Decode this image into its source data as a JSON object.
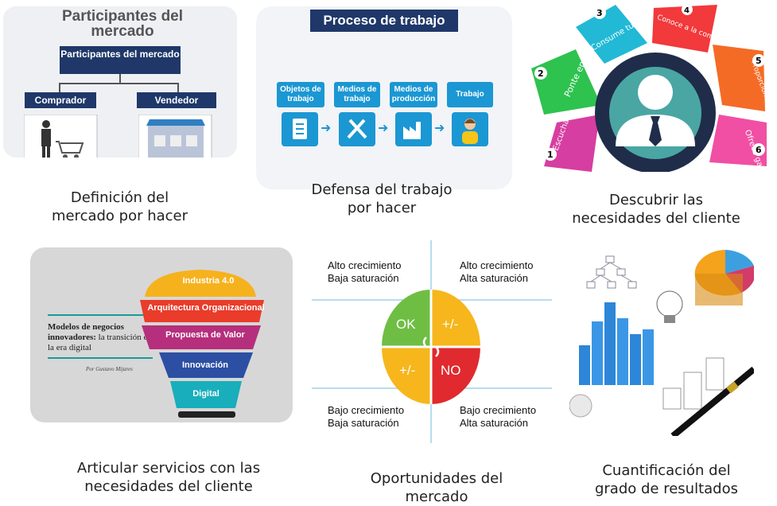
{
  "captions": {
    "c1": "Definición del mercado por hacer",
    "c2": "Defensa del trabajo por hacer",
    "c3": "Descubrir las necesidades del cliente",
    "c4": "Articular servicios con las necesidades del cliente",
    "c5": "Oportunidades del mercado",
    "c6": "Cuantificación del grado de resultados"
  },
  "panel1": {
    "title": "Participantes del mercado",
    "center_box": "Participantes del mercado",
    "left_box": "Comprador",
    "right_box": "Vendedor"
  },
  "panel2": {
    "title": "Proceso de trabajo",
    "steps": [
      "Objetos de trabajo",
      "Medios de trabajo",
      "Medios de producción",
      "Trabajo"
    ]
  },
  "panel3": {
    "petals": [
      {
        "num": "1",
        "text": "Escucha a tus clientes",
        "color": "#d63ea1"
      },
      {
        "num": "2",
        "text": "Ponte en su lugar",
        "color": "#2ec24f"
      },
      {
        "num": "3",
        "text": "Consume tus productos",
        "color": "#21b9d6"
      },
      {
        "num": "4",
        "text": "Conoce a la competencia",
        "color": "#f2393b"
      },
      {
        "num": "5",
        "text": "Proporciona experiencia completa",
        "color": "#f46b26"
      },
      {
        "num": "6",
        "text": "Ofrece garantías",
        "color": "#f04fa3"
      }
    ]
  },
  "panel4": {
    "book_title": "Modelos de negocios innovadores:",
    "book_subtitle": "la transición en la era digital",
    "author": "Por Gustavo Mijares",
    "layers": [
      "Industria 4.0",
      "Arquitectura Organizacional",
      "Propuesta de Valor",
      "Innovación",
      "Digital"
    ]
  },
  "panel5": {
    "q_tl": [
      "Alto crecimiento",
      "Baja saturación"
    ],
    "q_tr": [
      "Alto crecimiento",
      "Alta saturación"
    ],
    "q_bl": [
      "Bajo crecimiento",
      "Baja saturación"
    ],
    "q_br": [
      "Bajo crecimiento",
      "Alta saturación"
    ],
    "circle": {
      "tl": "OK",
      "tr": "+/-",
      "bl": "+/-",
      "br": "NO"
    },
    "colors": {
      "green": "#6fbe44",
      "yellow": "#f6b61c",
      "red": "#e02a2f"
    }
  }
}
